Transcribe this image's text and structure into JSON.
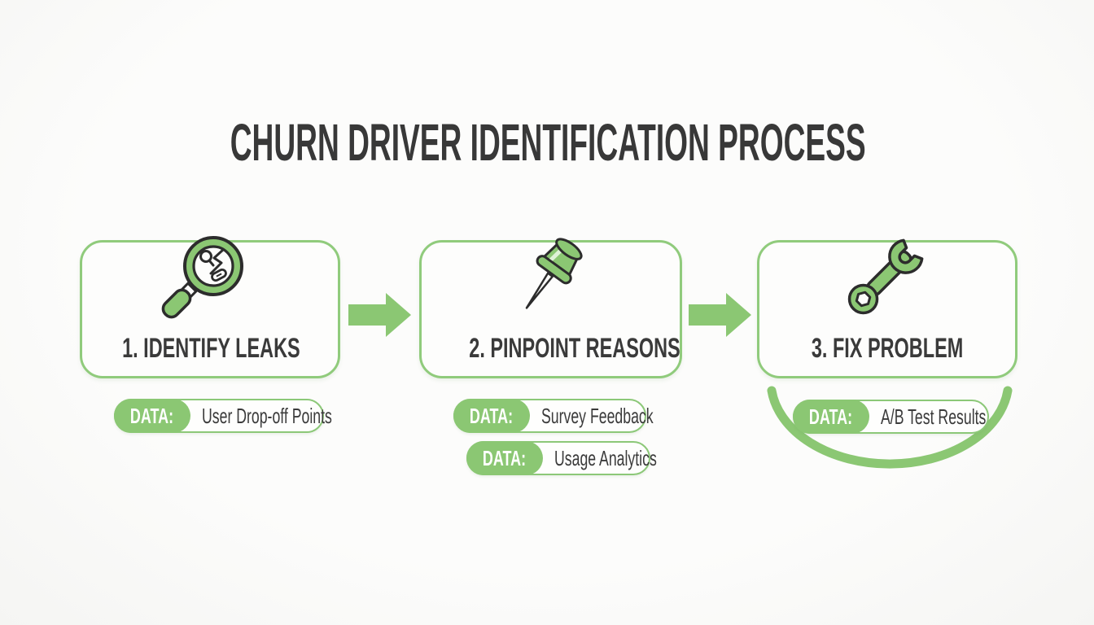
{
  "title": "CHURN DRIVER IDENTIFICATION PROCESS",
  "accent_colors": {
    "green": "#8BC773",
    "green_border": "#90CB7C",
    "outline_dark": "#2C2C2C",
    "text_dark": "#3A3A3A"
  },
  "steps": [
    {
      "label": "1. IDENTIFY LEAKS",
      "icon": "magnifier-broken-link-icon",
      "data_tags": [
        {
          "label": "DATA:",
          "value": "User Drop-off Points"
        }
      ]
    },
    {
      "label": "2. PINPOINT REASONS",
      "icon": "pushpin-icon",
      "data_tags": [
        {
          "label": "DATA:",
          "value": "Survey Feedback"
        },
        {
          "label": "DATA:",
          "value": "Usage Analytics"
        }
      ]
    },
    {
      "label": "3. FIX PROBLEM",
      "icon": "wrench-icon",
      "data_tags": [
        {
          "label": "DATA:",
          "value": "A/B Test Results"
        }
      ]
    }
  ],
  "connectors": [
    {
      "type": "arrow-right"
    },
    {
      "type": "arrow-right"
    }
  ]
}
